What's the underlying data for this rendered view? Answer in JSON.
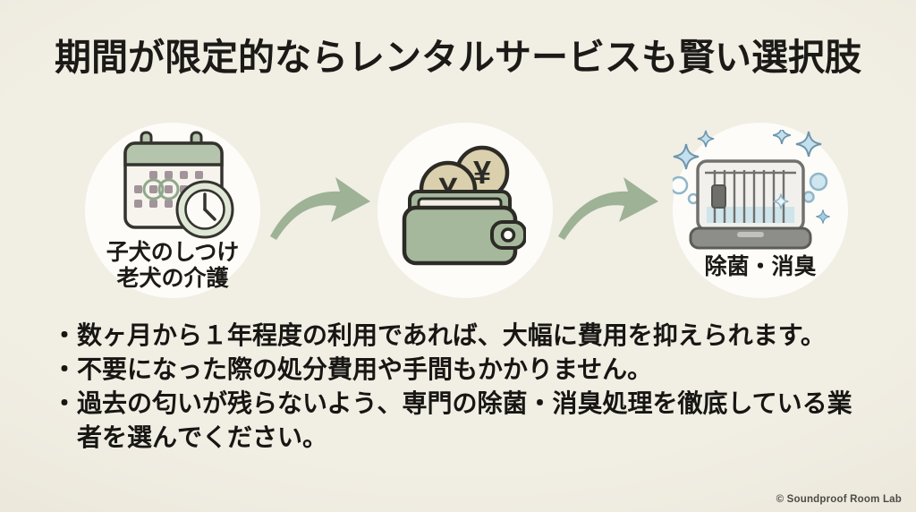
{
  "title": "期間が限定的ならレンタルサービスも賢い選択肢",
  "flow": {
    "steps": [
      {
        "id": "limited-period-use",
        "icon": "calendar-clock-icon",
        "label_lines": [
          "子犬のしつけ",
          "老犬の介護"
        ]
      },
      {
        "id": "cost-saving",
        "icon": "wallet-yen-icon",
        "yen_symbol": "¥"
      },
      {
        "id": "sanitизация",
        "icon": "sanitized-cage-icon",
        "label": "除菌・消臭"
      }
    ]
  },
  "bullet_marker": "・",
  "bullets": [
    "数ヶ月から１年程度の利用であれば、大幅に費用を抑えられます。",
    "不要になった際の処分費用や手間もかかりません。",
    "過去の匂いが残らないよう、専門の除菌・消臭処理を徹底している業者を選んでください。"
  ],
  "footer": {
    "credit": "© Soundproof Room Lab"
  },
  "colors": {
    "background": "#ede9dc",
    "circle_white": "#fdfcf9",
    "accent_green": "#9eb296",
    "sage_fill": "#a6b89c",
    "coin_beige": "#dbd0ad",
    "text_black": "#1b1a17",
    "sparkle_blue": "#c3e0ef",
    "cage_gray": "#71716d"
  }
}
